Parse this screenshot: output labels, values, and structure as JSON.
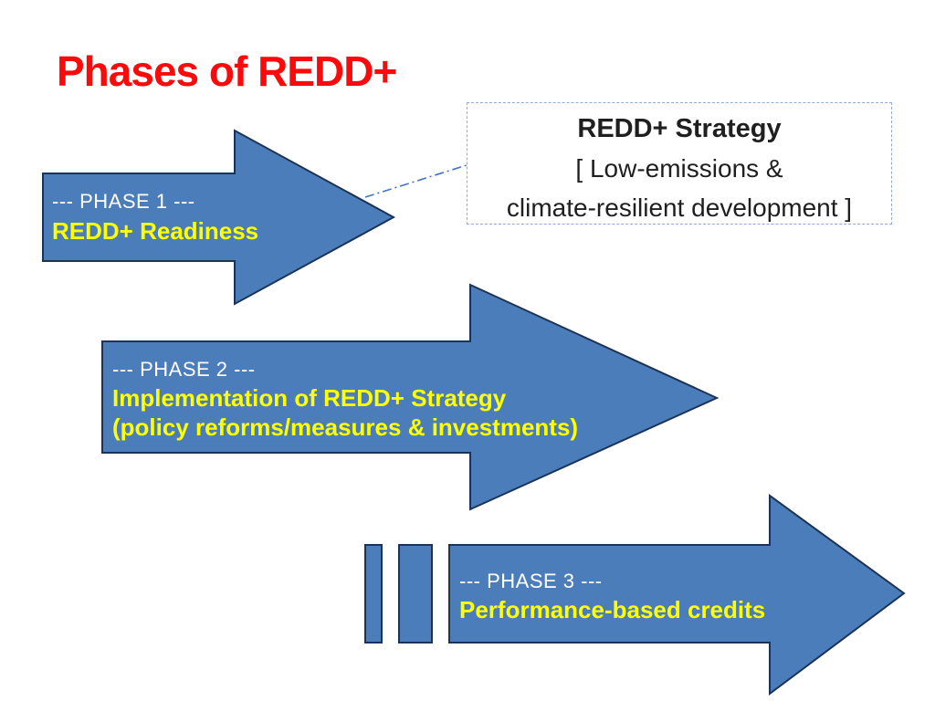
{
  "slide": {
    "title": "Phases of REDD+",
    "strategy_box": {
      "title": "REDD+ Strategy",
      "line2": "[ Low-emissions &",
      "line3": "climate-resilient development ]"
    },
    "phases": [
      {
        "label": "--- PHASE 1 ---",
        "lines": [
          "REDD+ Readiness"
        ]
      },
      {
        "label": "--- PHASE 2 ---",
        "lines": [
          "Implementation of REDD+ Strategy",
          "(policy reforms/measures & investments)"
        ]
      },
      {
        "label": "--- PHASE 3 ---",
        "lines": [
          "Performance-based credits"
        ]
      }
    ],
    "colors": {
      "title_red": "#fa0a0a",
      "arrow_fill": "#4b7dba",
      "arrow_outline": "#1b3357",
      "phase_label_white": "#ffffff",
      "phase_text_yellow": "#ffff00",
      "strategy_border_blue": "#8faadc",
      "connector_blue": "#4472c4",
      "strategy_text_dark": "#1f1f1f"
    }
  }
}
